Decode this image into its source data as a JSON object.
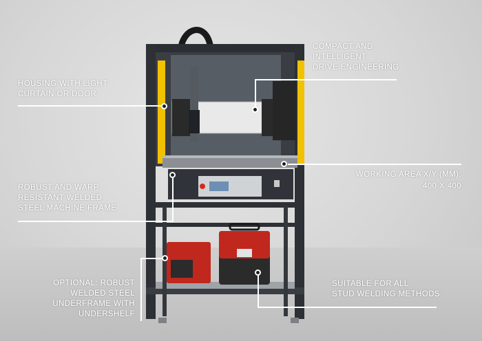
{
  "callouts": {
    "housing": "HOUSING WITH LIGHT\nCURTAIN OR DOOR",
    "drive": "COMPACT AND\nINTELLIGENT\nDRIVE ENGINEERING",
    "frame": "ROBUST AND WARP\nRESISTANT WELDED\nSTEEL MACHINE FRAME",
    "working_area_title": "WORKING AREA X/Y (MM):",
    "working_area_value": "400 X 400",
    "underframe": "OPTIONAL: ROBUST\nWELDED STEEL\nUNDERFRAME WITH\nUNDERSHELF",
    "methods": "SUITABLE FOR ALL\nSTUD WELDING METHODS"
  },
  "colors": {
    "accent_yellow": "#f2c100",
    "frame_dark": "#2d3035",
    "unit_red": "#c0271d"
  },
  "icons": [
    "power-switch-icon",
    "display-screen-icon"
  ]
}
